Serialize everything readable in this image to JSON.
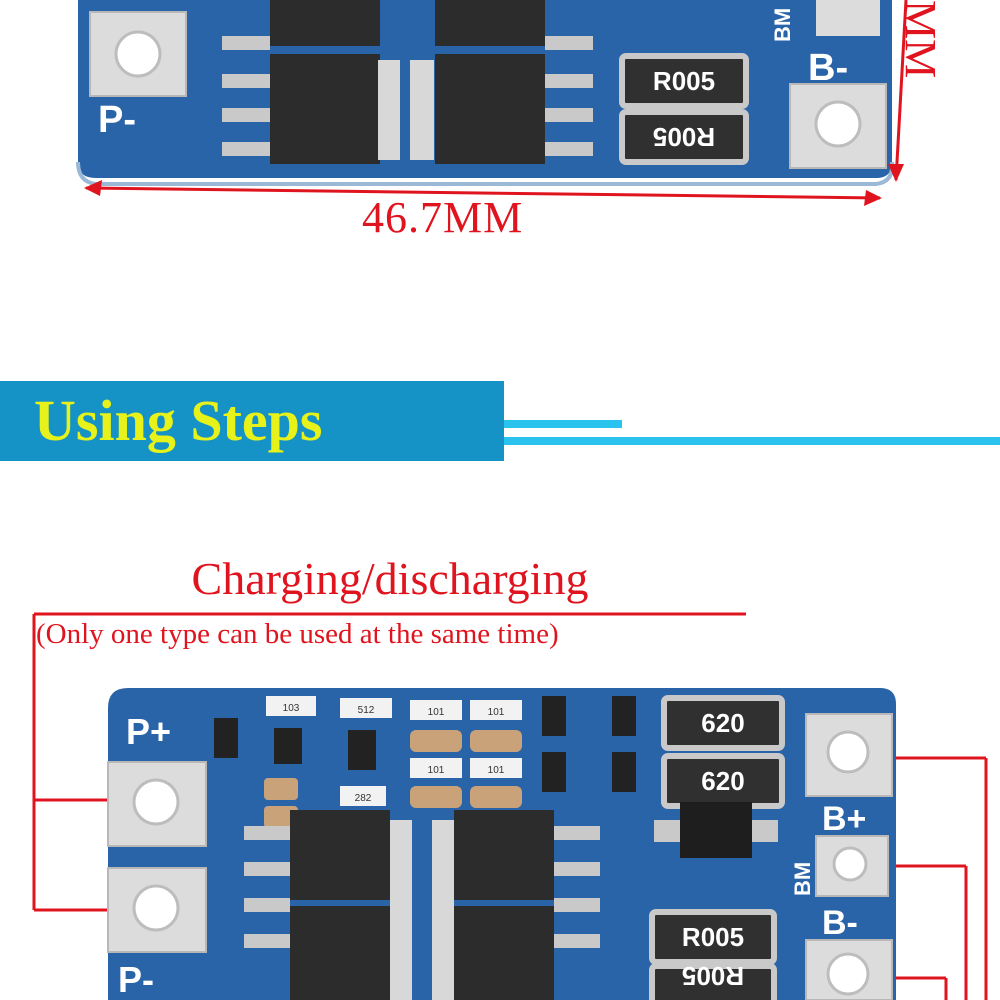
{
  "dimensions": {
    "width_label": "46.7MM",
    "height_label": "MM"
  },
  "banner": {
    "title": "Using Steps"
  },
  "instruction": {
    "title": "Charging/discharging",
    "note": "(Only one type can be used at the same time)"
  },
  "board_top": {
    "pad_labels": {
      "p_minus": "P-",
      "b_minus": "B-",
      "bm": "BM"
    },
    "resistors": [
      "R005",
      "R005"
    ]
  },
  "board_bottom": {
    "pad_labels": {
      "p_plus": "P+",
      "p_minus": "P-",
      "b_plus": "B+",
      "b_minus": "B-",
      "bm": "BM"
    },
    "resistors": [
      "620",
      "620",
      "R005",
      "R005"
    ],
    "smd_codes": [
      "103",
      "512",
      "101",
      "101",
      "101",
      "101",
      "282"
    ]
  },
  "colors": {
    "board_blue": "#2a64a8",
    "accent_red": "#e0141e",
    "banner_blue": "#1593c6",
    "title_yellow": "#e6f21a",
    "line_cyan": "#29c3ee"
  }
}
